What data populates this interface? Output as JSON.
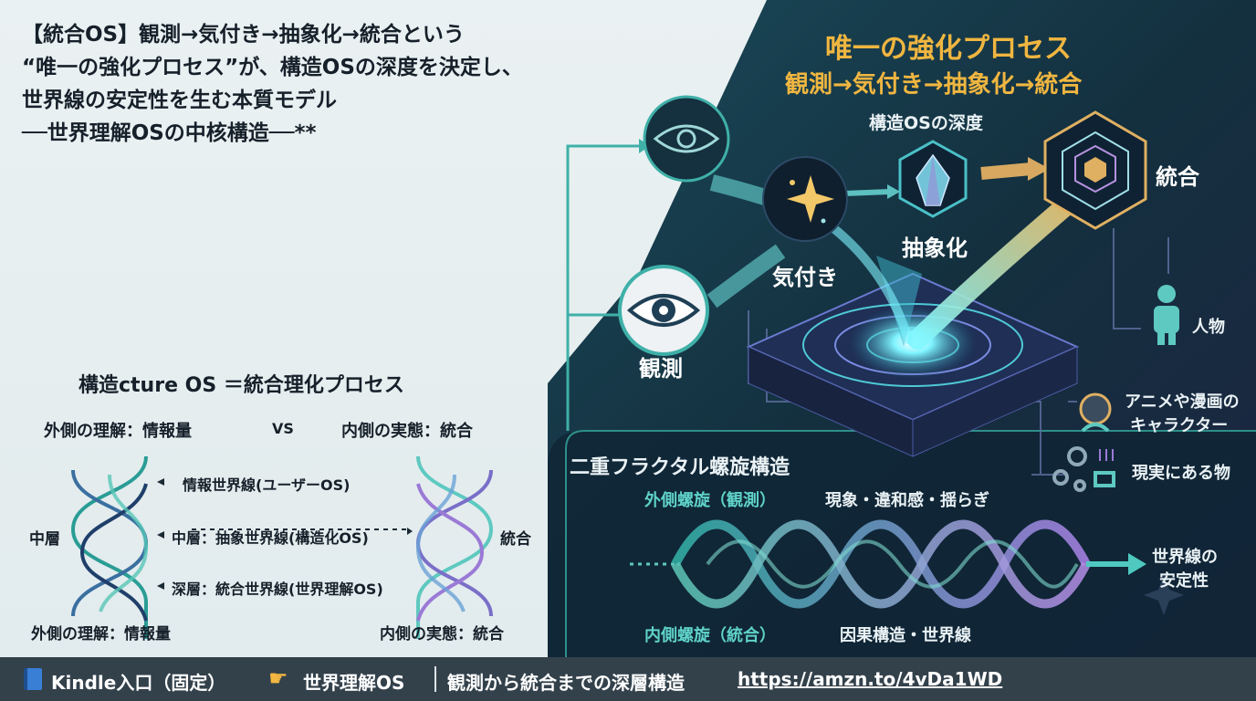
{
  "title": {
    "line1": "【統合OS】観測→気付き→抽象化→統合という",
    "line2": "“唯一の強化プロセス”が、構造OSの深度を決定し、",
    "line3": "世界線の安定性を生む本質モデル",
    "line4": "──世界理解OSの中核構造──**"
  },
  "structure": {
    "heading": "構造cture OS ＝統合理化プロセス",
    "left_label": "外側の理解：情報量",
    "vs": "VS",
    "right_label": "内側の実態：統合",
    "layers": [
      "情報世界線(ユーザーOS)",
      "中層：抽象世界線(構造化OS)",
      "深層：統合世界線(世界理解OS)"
    ],
    "left_side": "中層",
    "right_side": "統合",
    "bottom_left": "外側の理解：情報量",
    "bottom_right": "内側の実態：統合"
  },
  "process": {
    "title": "唯一の強化プロセス",
    "subtitle": "観測→気付き→抽象化→統合",
    "depth_label": "構造OSの深度",
    "steps": {
      "observe": "観測",
      "notice": "気付き",
      "abstract": "抽象化",
      "integrate": "統合"
    },
    "targets": [
      "人物",
      "アニメや漫画の",
      "キャラクター",
      "現実にある物"
    ]
  },
  "spiral": {
    "title": "二重フラクタル螺旋構造",
    "outer": "外側螺旋（観測）",
    "outer_desc": "現象・違和感・揺らぎ",
    "inner": "内側螺旋（統合）",
    "inner_desc": "因果構造・世界線",
    "result_line1": "世界線の",
    "result_line2": "安定性"
  },
  "footer": {
    "kindle": "Kindle入口（固定）",
    "book": "世界理解OS",
    "desc": "観測から統合までの深層構造",
    "url": "https://amzn.to/4vDa1WD"
  },
  "colors": {
    "dark_bg": "#0f2a3a",
    "teal": "#3fb0a8",
    "gold": "#f0b640",
    "purple": "#8a70c8",
    "footer": "#33414b"
  }
}
